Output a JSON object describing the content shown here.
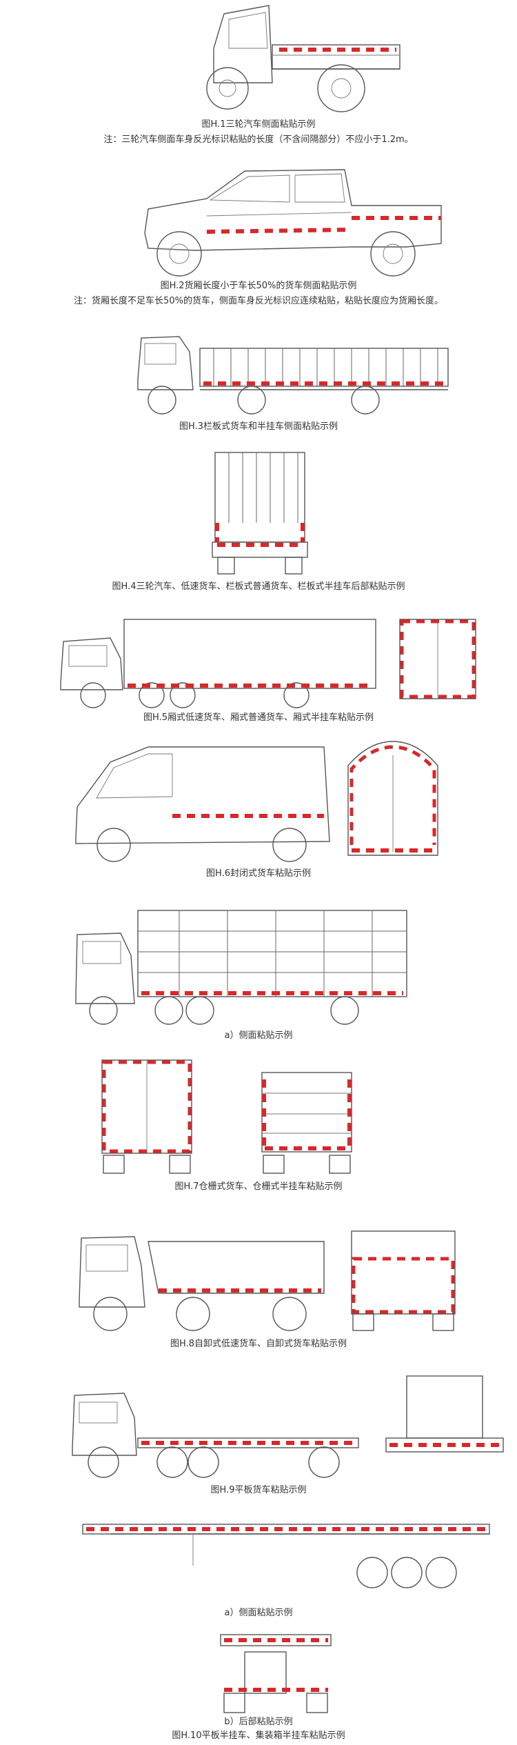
{
  "colors": {
    "reflective_red": "#d8282a",
    "reflective_white": "#ffffff",
    "outline": "#555555"
  },
  "captions": {
    "h1": "图H.1三轮汽车侧面粘贴示例",
    "h1_note": "注：三轮汽车侧面车身反光标识粘贴的长度（不含间隔部分）不应小于1.2m。",
    "h2": "图H.2货厢长度小于车长50%的货车侧面粘贴示例",
    "h2_note": "注：货厢长度不足车长50%的货车，侧面车身反光标识应连续粘贴，粘贴长度应为货厢长度。",
    "h3": "图H.3栏板式货车和半挂车侧面粘贴示例",
    "h4": "图H.4三轮汽车、低速货车、栏板式普通货车、栏板式半挂车后部粘贴示例",
    "h5": "图H.5厢式低速货车、厢式普通货车、厢式半挂车粘贴示例",
    "h6": "图H.6封闭式货车粘贴示例",
    "h7_a": "a）侧面粘贴示例",
    "h7": "图H.7仓栅式货车、仓栅式半挂车粘贴示例",
    "h8": "图H.8自卸式低速货车、自卸式货车粘贴示例",
    "h9": "图H.9平板货车粘贴示例",
    "h10_a": "a）侧面粘贴示例",
    "h10_b": "b）后部粘贴示例",
    "h10": "图H.10平板半挂车、集装箱半挂车粘贴示例"
  }
}
